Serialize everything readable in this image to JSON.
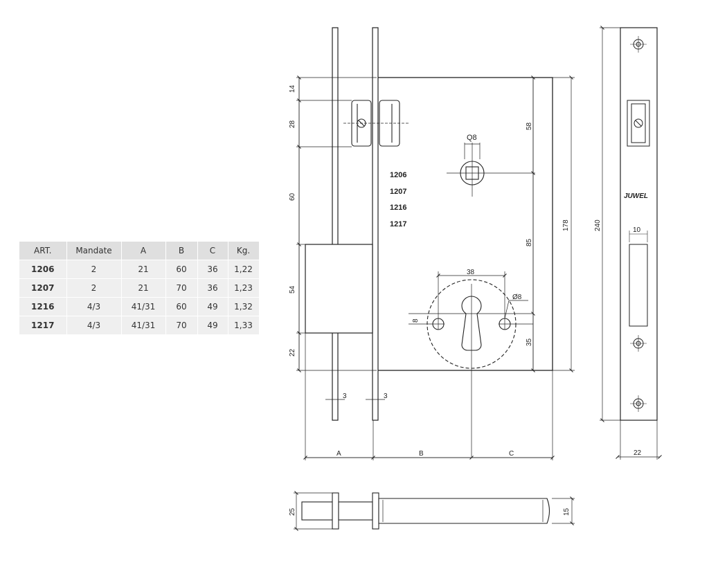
{
  "spec_table": {
    "headers": [
      "ART.",
      "Mandate",
      "A",
      "B",
      "C",
      "Kg."
    ],
    "rows": [
      [
        "1206",
        "2",
        "21",
        "60",
        "36",
        "1,22"
      ],
      [
        "1207",
        "2",
        "21",
        "70",
        "36",
        "1,23"
      ],
      [
        "1216",
        "4/3",
        "41/31",
        "60",
        "49",
        "1,32"
      ],
      [
        "1217",
        "4/3",
        "41/31",
        "70",
        "49",
        "1,33"
      ]
    ]
  },
  "drawing": {
    "article_codes": [
      "1206",
      "1207",
      "1216",
      "1217"
    ],
    "brand": "JUWEL",
    "square_label": "Q8",
    "hole_label": "Ø8",
    "dimensions": {
      "top_14": "14",
      "latch_28": "28",
      "gap_60": "60",
      "bolt_54": "54",
      "bottom_22": "22",
      "plate_3_left": "3",
      "plate_3_right": "3",
      "backset_58": "58",
      "centers_85": "85",
      "height_178": "178",
      "cylinder_35": "35",
      "rosette_38": "38",
      "hole_8": "8",
      "faceplate_240": "240",
      "slot_10": "10",
      "faceplate_width_22": "22",
      "bolt_25": "25",
      "bolt_15": "15"
    },
    "dimension_letters": {
      "a": "A",
      "b": "B",
      "c": "C"
    }
  }
}
